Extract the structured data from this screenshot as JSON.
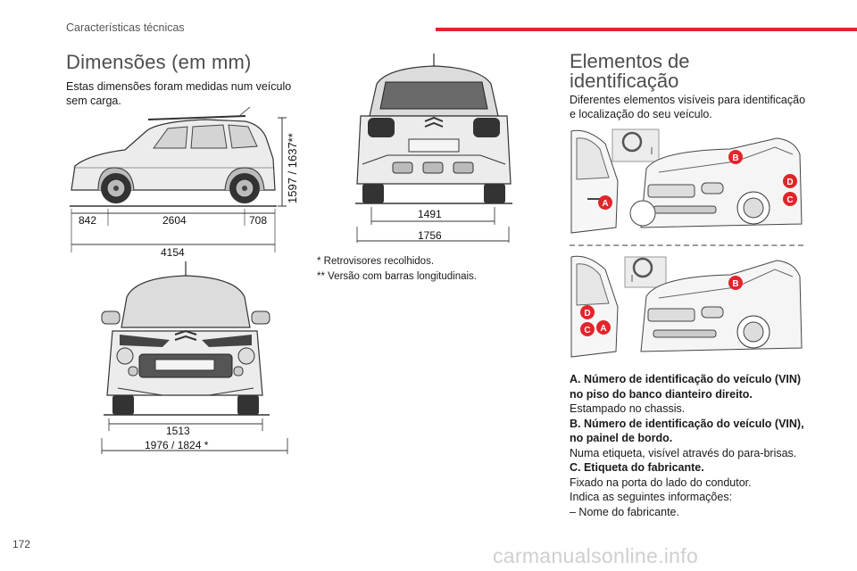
{
  "header": {
    "section_title": "Características técnicas",
    "accent_color": "#e2242b"
  },
  "dimensions": {
    "title": "Dimensões (em mm)",
    "intro": "Estas dimensões foram medidas num veículo sem carga.",
    "side_view": {
      "front_overhang": "842",
      "wheelbase": "2604",
      "rear_overhang": "708",
      "length": "4154",
      "height": "1597 / 1637**"
    },
    "rear_view": {
      "track": "1491",
      "width": "1756"
    },
    "front_view": {
      "track": "1513",
      "width": "1976 / 1824 *"
    },
    "notes": [
      "* Retrovisores recolhidos.",
      "** Versão com barras longitudinais."
    ]
  },
  "identification": {
    "title_line1": "Elementos de",
    "title_line2": "identificação",
    "intro": "Diferentes elementos visíveis para identificação e localização do seu veículo.",
    "marker_color": "#e2242b",
    "markers_top": [
      "A",
      "B",
      "D",
      "C"
    ],
    "markers_bottom": [
      "D",
      "C",
      "A",
      "B"
    ],
    "items": [
      {
        "bold1": "A. Número de identificação do veículo (VIN)",
        "bold2": "no piso do banco dianteiro direito.",
        "text": [
          "Estampado no chassis."
        ]
      },
      {
        "bold1": "B. Número de identificação do veículo (VIN),",
        "bold2": "no painel de bordo.",
        "text": [
          "Numa etiqueta, visível através do para-brisas."
        ]
      },
      {
        "bold1": "C. Etiqueta do fabricante.",
        "text": [
          "Fixado na porta do lado do condutor.",
          "Indica as seguintes informações:",
          "–  Nome do fabricante."
        ]
      }
    ]
  },
  "footer": {
    "page_number": "172",
    "watermark": "carmanualsonline.info"
  }
}
